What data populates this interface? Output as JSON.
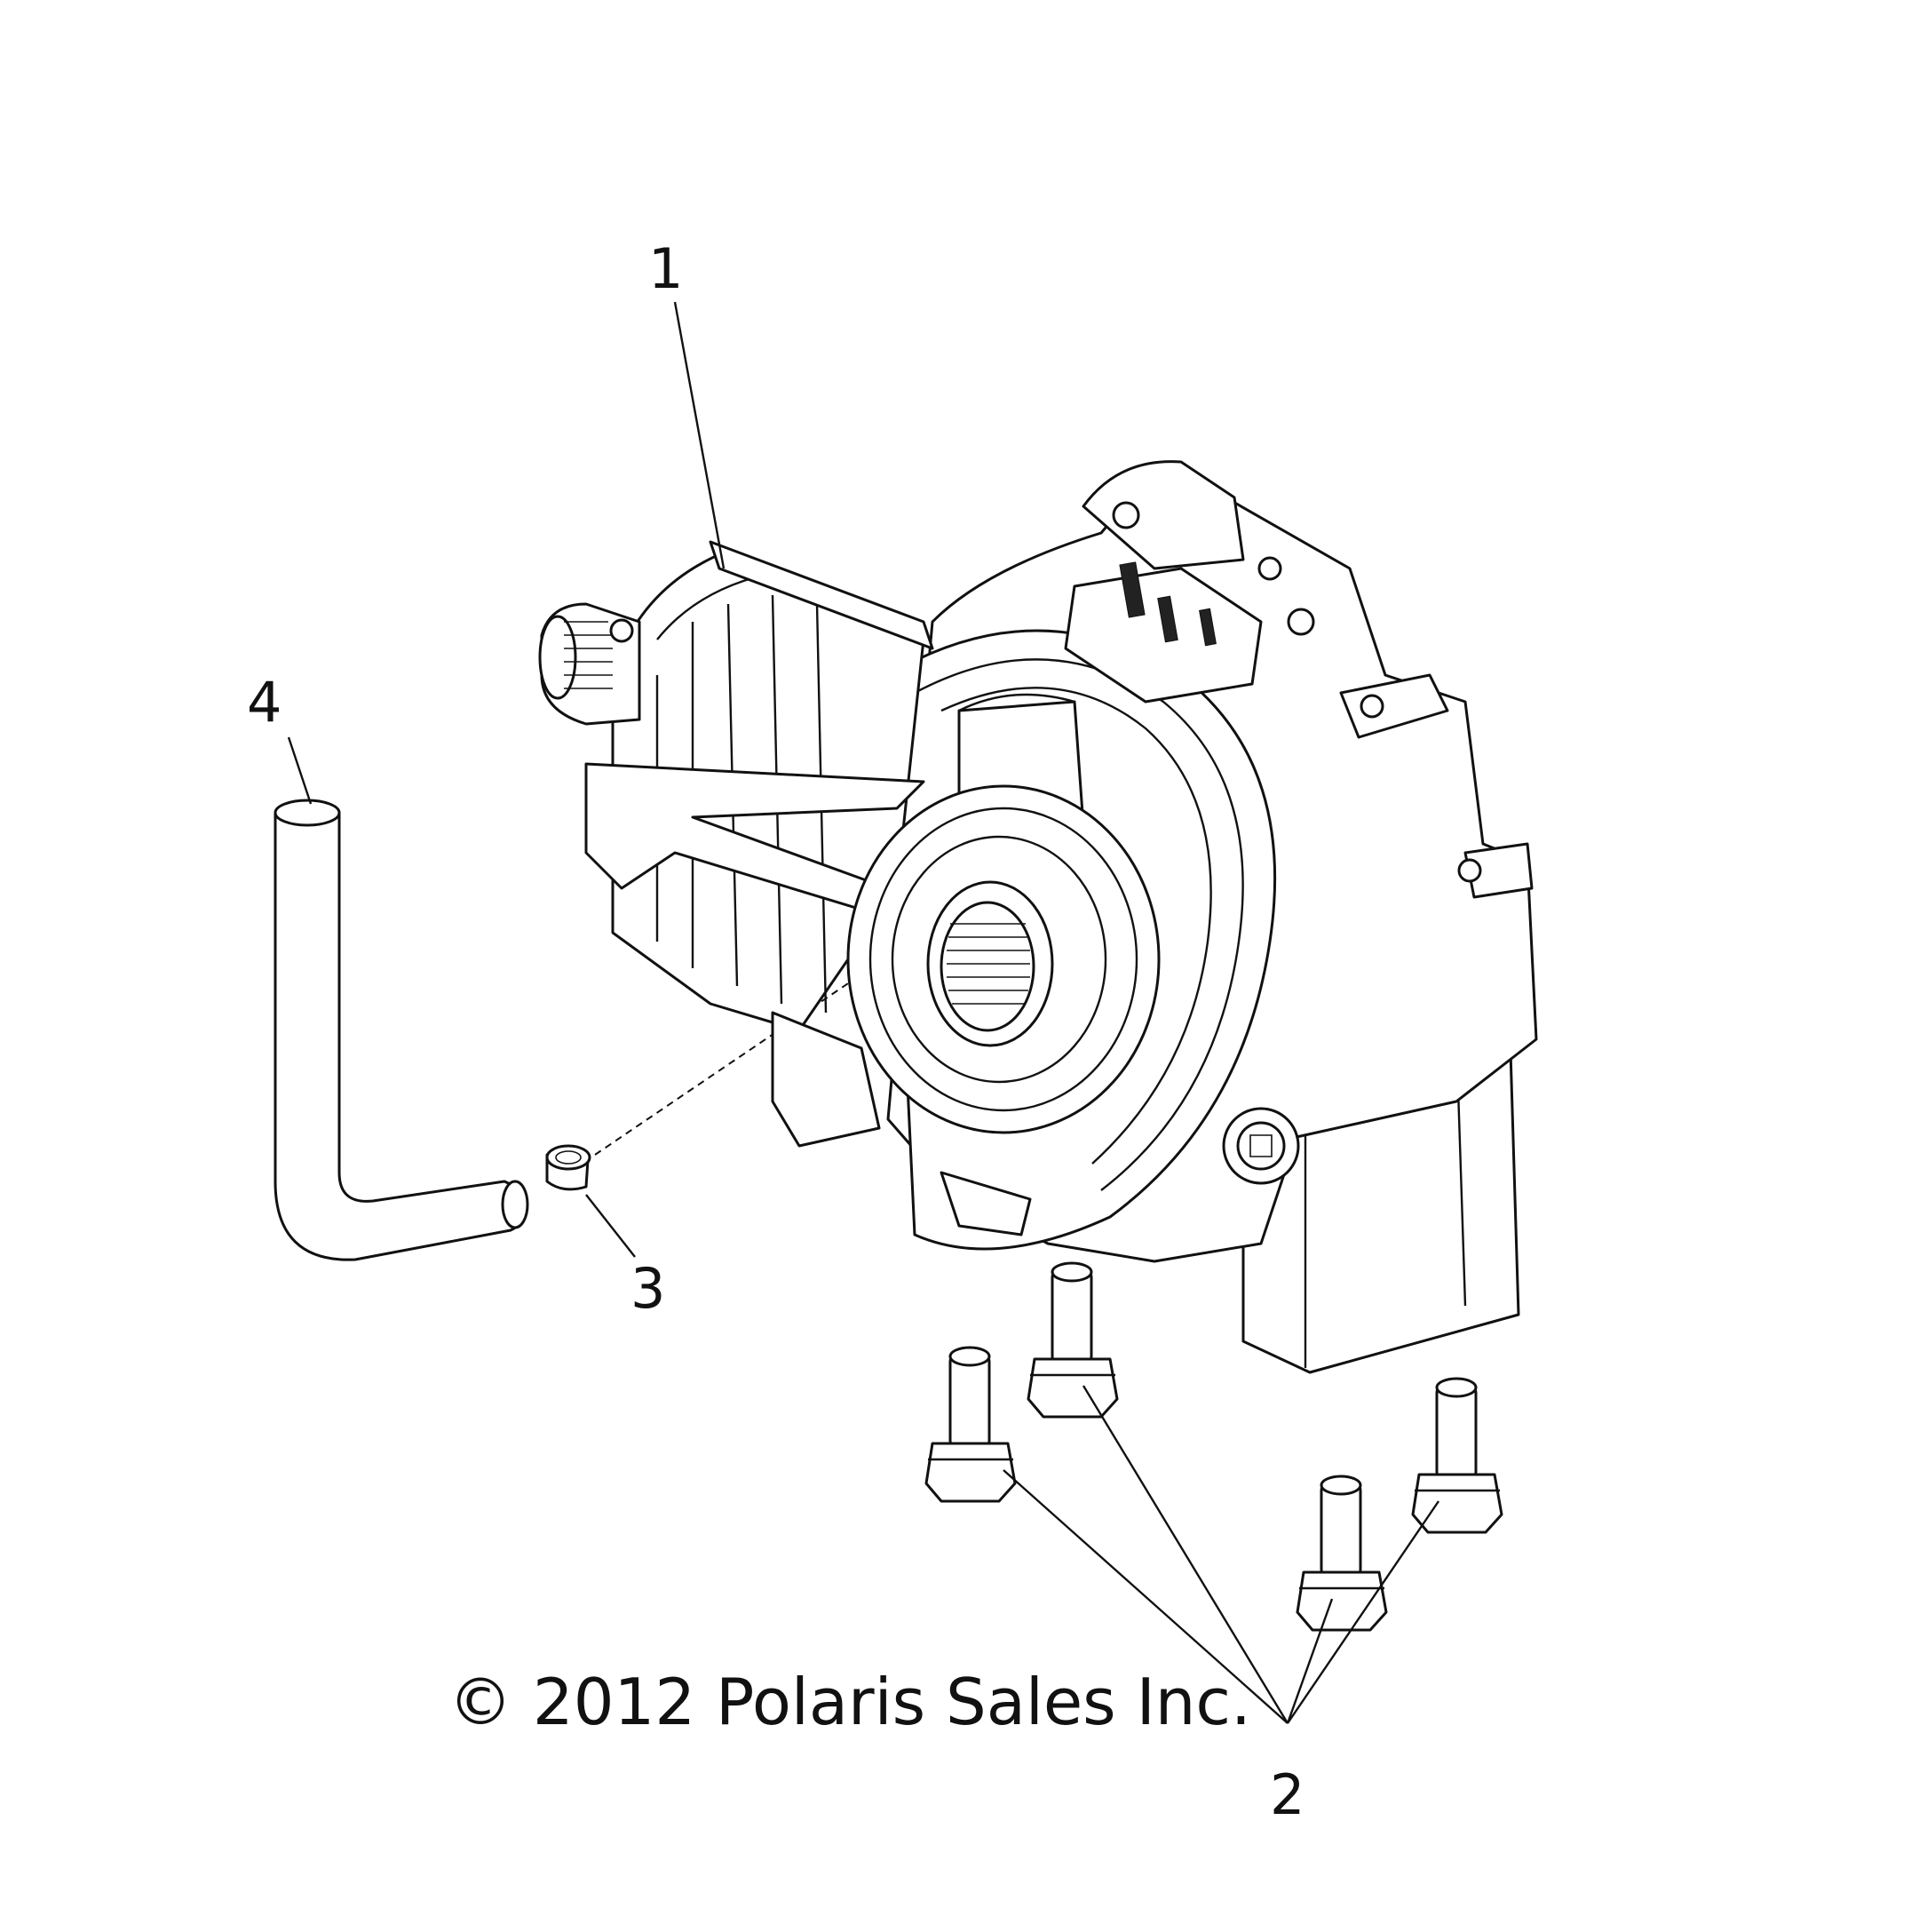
{
  "diagram": {
    "callouts": [
      {
        "id": "1",
        "label": "1"
      },
      {
        "id": "2",
        "label": "2"
      },
      {
        "id": "3",
        "label": "3"
      },
      {
        "id": "4",
        "label": "4"
      }
    ],
    "copyright": "© 2012 Polaris Sales Inc.",
    "parts": [
      {
        "callout": "1",
        "icon": "gearcase-housing-icon"
      },
      {
        "callout": "2",
        "icon": "flange-bolt-icon",
        "quantity_shown": 4
      },
      {
        "callout": "3",
        "icon": "plug-icon"
      },
      {
        "callout": "4",
        "icon": "vent-hose-icon"
      }
    ],
    "colors": {
      "line": "#111111",
      "background": "#ffffff"
    }
  }
}
